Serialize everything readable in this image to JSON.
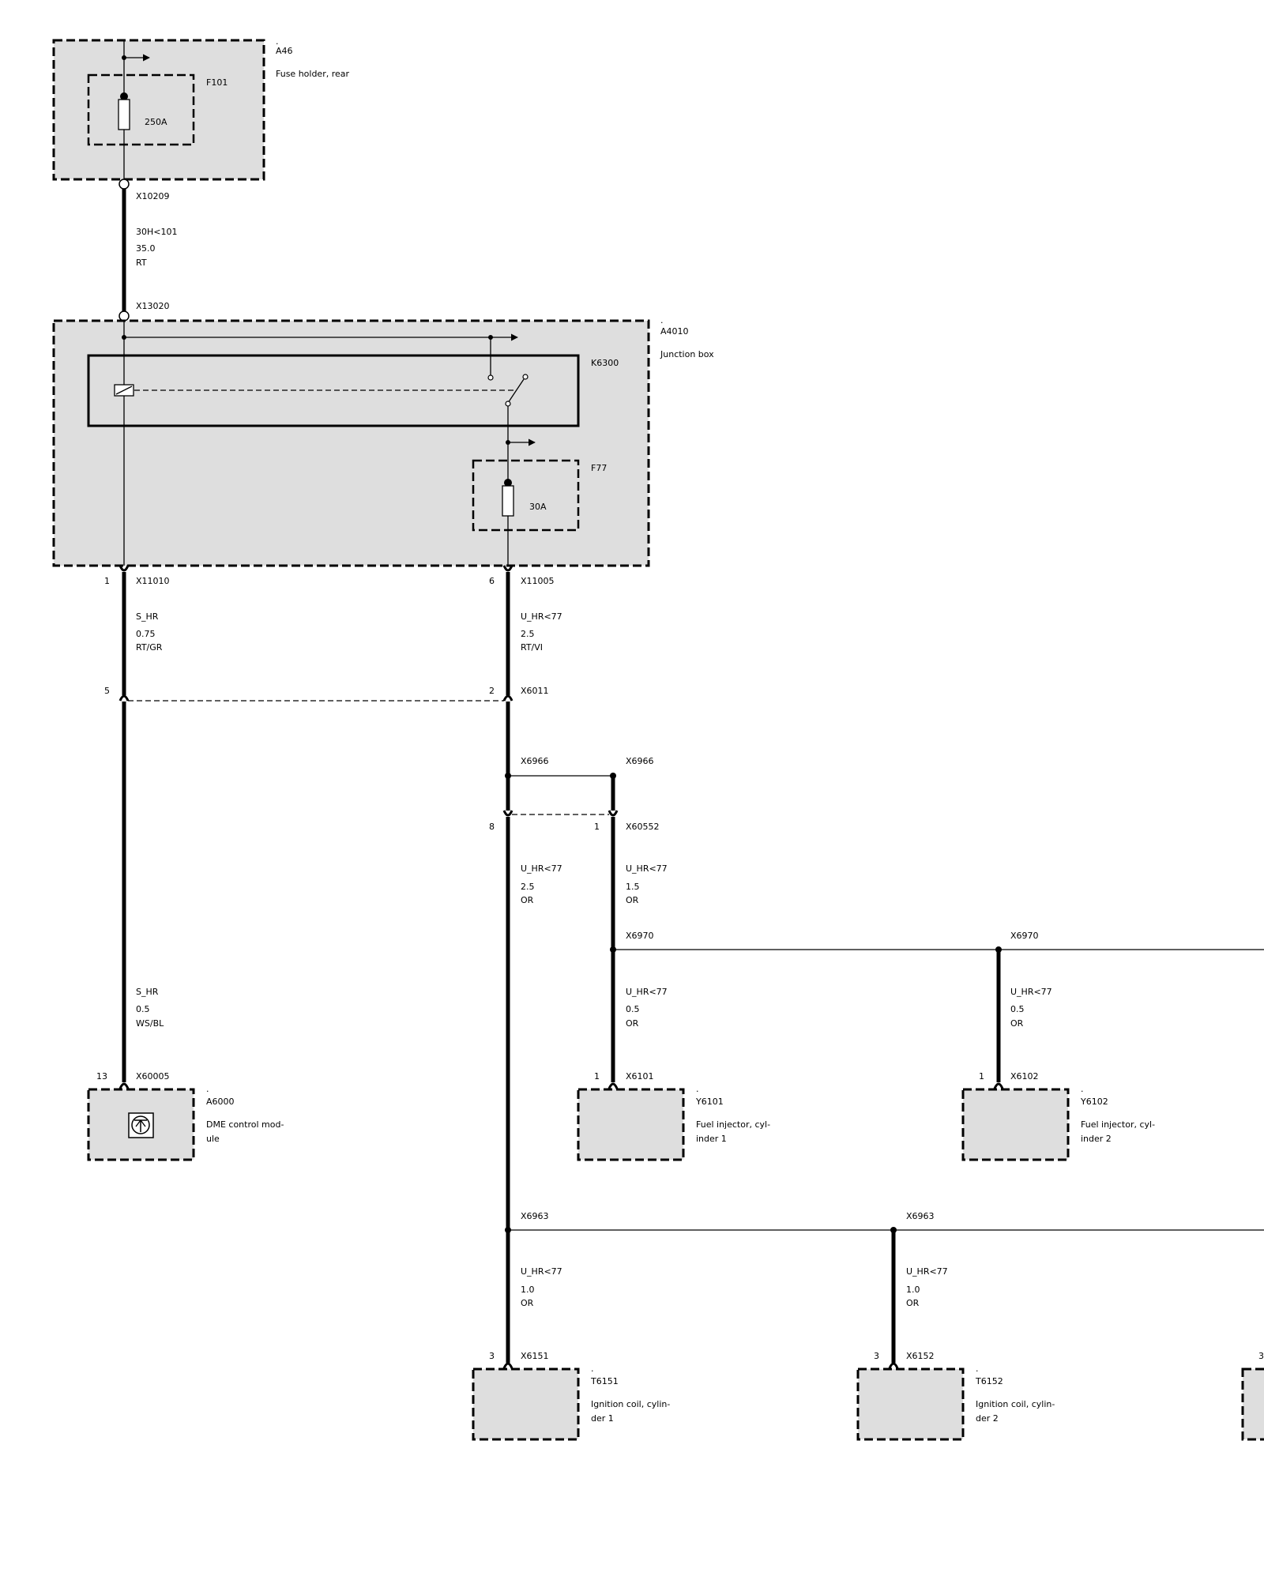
{
  "components": {
    "a46": {
      "dot": ".",
      "id": "A46",
      "name": "Fuse holder, rear"
    },
    "f101": {
      "id": "F101",
      "rating": "250A"
    },
    "a4010": {
      "dot": ".",
      "id": "A4010",
      "name": "Junction box"
    },
    "k6300": {
      "id": "K6300"
    },
    "f77": {
      "id": "F77",
      "rating": "30A"
    },
    "a6000": {
      "dot": ".",
      "id": "A6000",
      "name_line1": "DME control mod-",
      "name_line2": "ule"
    },
    "y6101": {
      "dot": ".",
      "id": "Y6101",
      "name_line1": "Fuel injector, cyl-",
      "name_line2": "inder 1"
    },
    "y6102": {
      "dot": ".",
      "id": "Y6102",
      "name_line1": "Fuel injector, cyl-",
      "name_line2": "inder 2"
    },
    "t6151": {
      "dot": ".",
      "id": "T6151",
      "name_line1": "Ignition coil, cylin-",
      "name_line2": "der 1"
    },
    "t6152": {
      "dot": ".",
      "id": "T6152",
      "name_line1": "Ignition coil, cylin-",
      "name_line2": "der 2"
    }
  },
  "connectors": {
    "x10209": "X10209",
    "x13020": "X13020",
    "x11010": {
      "pin": "1",
      "id": "X11010"
    },
    "x11005": {
      "pin": "6",
      "id": "X11005"
    },
    "x6011": {
      "pin_left": "5",
      "pin_right": "2",
      "id": "X6011"
    },
    "x6966_left": "X6966",
    "x6966_right": "X6966",
    "x60552": {
      "pin_left": "8",
      "pin_right": "1",
      "id": "X60552"
    },
    "x6970_left": "X6970",
    "x6970_right": "X6970",
    "x60005": {
      "pin": "13",
      "id": "X60005"
    },
    "x6101": {
      "pin": "1",
      "id": "X6101"
    },
    "x6102": {
      "pin": "1",
      "id": "X6102"
    },
    "x6963_left": "X6963",
    "x6963_right": "X6963",
    "x6151": {
      "pin": "3",
      "id": "X6151"
    },
    "x6152": {
      "pin": "3",
      "id": "X6152"
    },
    "edge_pin": "3"
  },
  "wires": {
    "w_main": {
      "signal": "30H<101",
      "gauge": "35.0",
      "color": "RT"
    },
    "w_shr1": {
      "signal": "S_HR",
      "gauge": "0.75",
      "color": "RT/GR"
    },
    "w_uhr1": {
      "signal": "U_HR<77",
      "gauge": "2.5",
      "color": "RT/VI"
    },
    "w_shr2": {
      "signal": "S_HR",
      "gauge": "0.5",
      "color": "WS/BL"
    },
    "w_uhr2": {
      "signal": "U_HR<77",
      "gauge": "2.5",
      "color": "OR"
    },
    "w_uhr3": {
      "signal": "U_HR<77",
      "gauge": "1.5",
      "color": "OR"
    },
    "w_uhr4": {
      "signal": "U_HR<77",
      "gauge": "0.5",
      "color": "OR"
    },
    "w_uhr5": {
      "signal": "U_HR<77",
      "gauge": "0.5",
      "color": "OR"
    },
    "w_uhr6": {
      "signal": "U_HR<77",
      "gauge": "1.0",
      "color": "OR"
    },
    "w_uhr7": {
      "signal": "U_HR<77",
      "gauge": "1.0",
      "color": "OR"
    }
  }
}
